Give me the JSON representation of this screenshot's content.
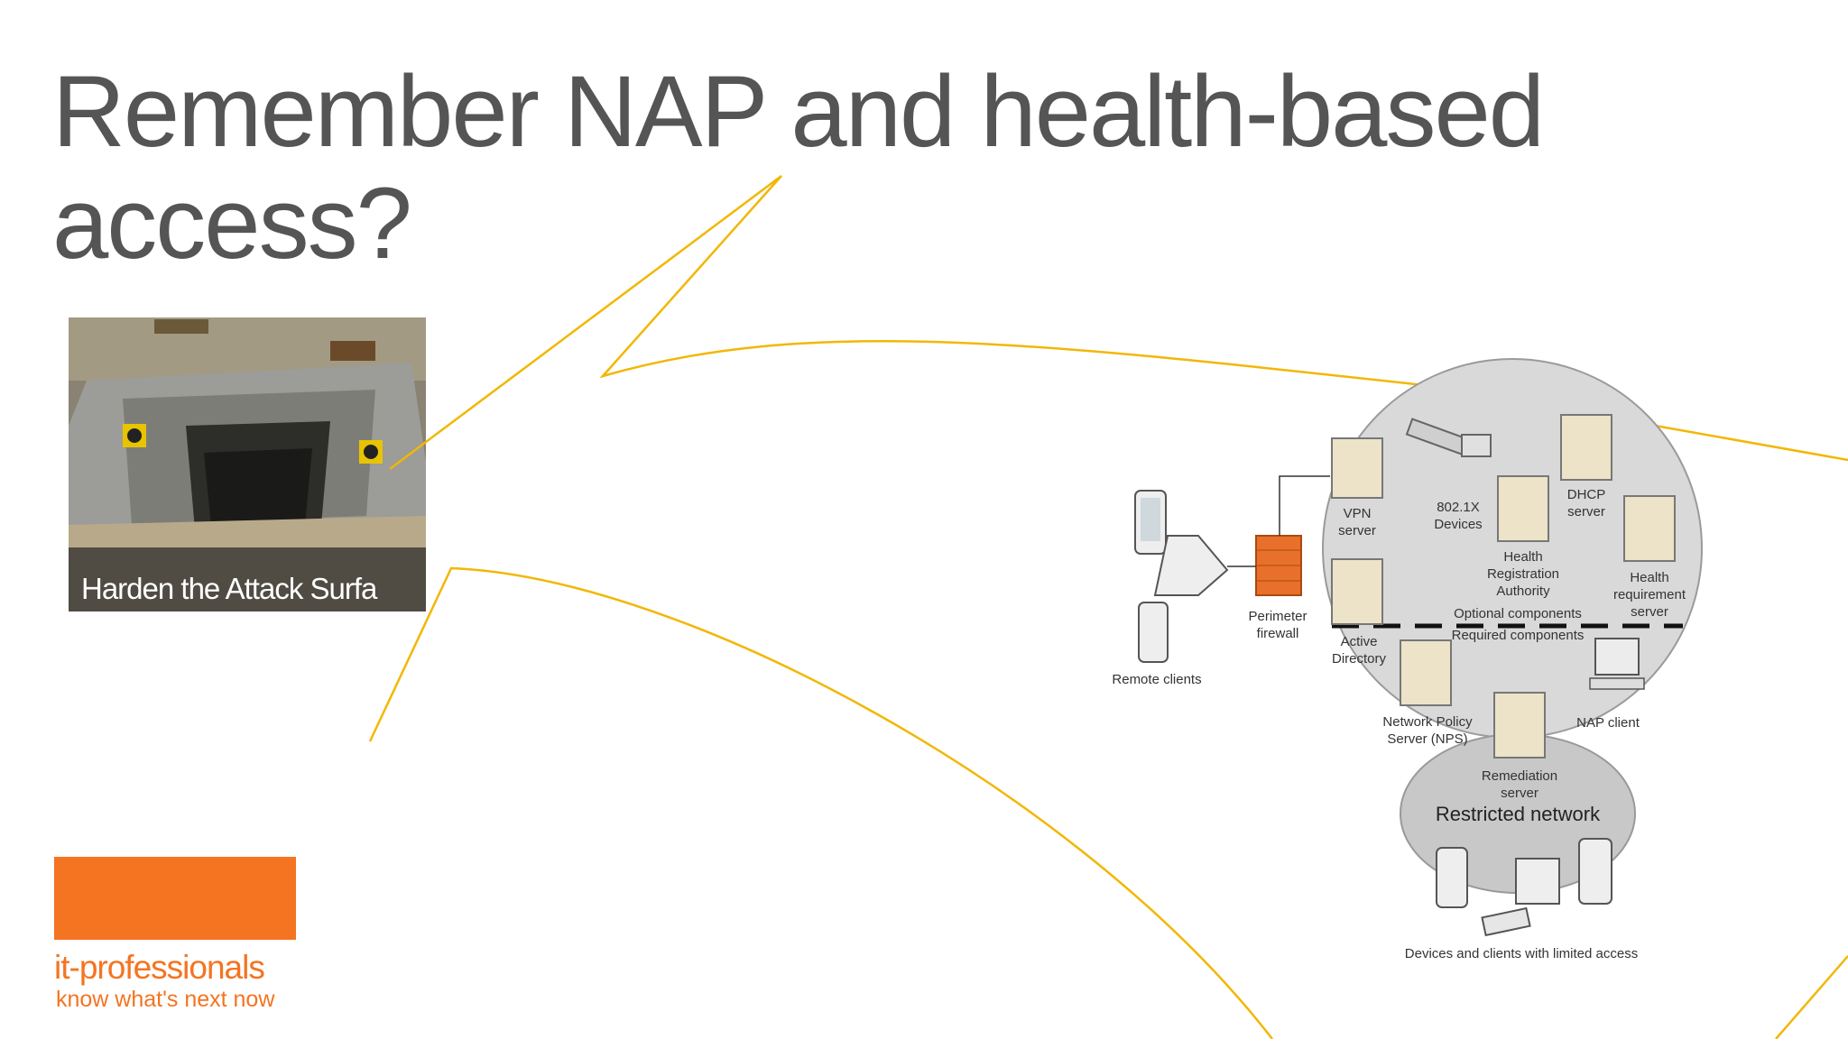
{
  "slide": {
    "title": "Remember NAP and health-based access?",
    "thumbnail_caption": "Harden the Attack Surfa",
    "logo_name": "it-professionals",
    "logo_tagline": "know what's next now"
  },
  "diagram": {
    "remote_clients": "Remote clients",
    "perimeter_firewall_l1": "Perimeter",
    "perimeter_firewall_l2": "firewall",
    "vpn_server_l1": "VPN",
    "vpn_server_l2": "server",
    "dot1x_l1": "802.1X",
    "dot1x_l2": "Devices",
    "dhcp_l1": "DHCP",
    "dhcp_l2": "server",
    "hra_l1": "Health",
    "hra_l2": "Registration",
    "hra_l3": "Authority",
    "hrs_l1": "Health",
    "hrs_l2": "requirement",
    "hrs_l3": "server",
    "optional": "Optional components",
    "required": "Required components",
    "ad_l1": "Active",
    "ad_l2": "Directory",
    "nps_l1": "Network Policy",
    "nps_l2": "Server (NPS)",
    "nap_client": "NAP client",
    "remediation_l1": "Remediation",
    "remediation_l2": "server",
    "restricted": "Restricted network",
    "limited": "Devices and clients with limited access"
  },
  "colors": {
    "title": "#555555",
    "brand_orange": "#f47421",
    "callout_stroke": "#f2b705",
    "circle_fill": "#d9d9d9"
  }
}
